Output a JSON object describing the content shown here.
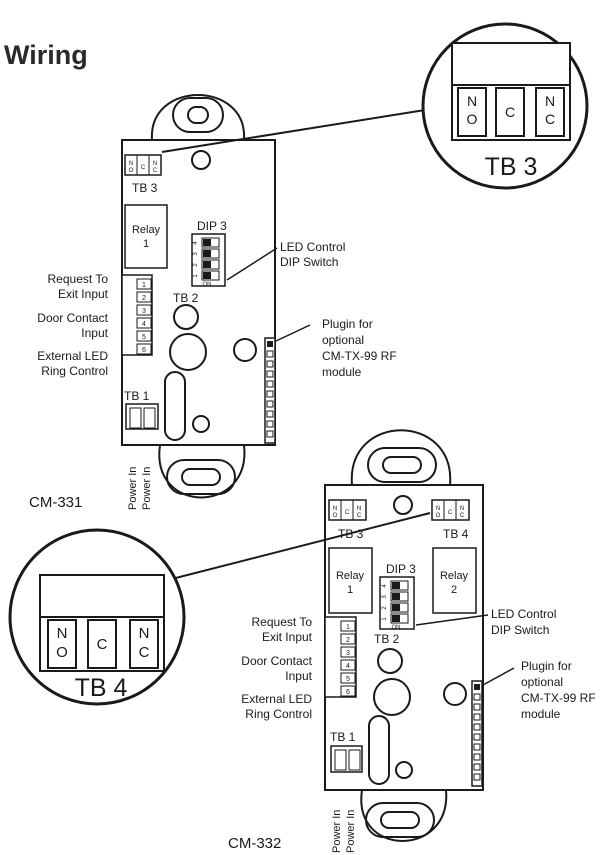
{
  "title": "Wiring",
  "tb3_zoom": {
    "caption": "TB 3",
    "terminals": [
      [
        "N",
        "O"
      ],
      [
        "C"
      ],
      [
        "N",
        "C"
      ]
    ]
  },
  "tb4_zoom": {
    "caption": "TB 4",
    "terminals": [
      [
        "N",
        "O"
      ],
      [
        "C"
      ],
      [
        "N",
        "C"
      ]
    ]
  },
  "board_cm331": {
    "model": "CM-331",
    "tb3_label": "TB 3",
    "relay_label": [
      "Relay",
      "1"
    ],
    "dip_label": "DIP 3",
    "dip_numbers": [
      "4",
      "3",
      "2",
      "1"
    ],
    "dip_on": "ON",
    "tb2_label": "TB 2",
    "tb2_pins": [
      "1",
      "2",
      "3",
      "4",
      "5",
      "6"
    ],
    "tb1_label": "TB 1",
    "power_labels": [
      "Power In",
      "Power In"
    ],
    "annotations": {
      "request_to_exit": [
        "Request To",
        "Exit Input"
      ],
      "door_contact": [
        "Door Contact",
        "Input"
      ],
      "external_led": [
        "External LED",
        "Ring Control"
      ],
      "led_dip": [
        "LED Control",
        "DIP Switch"
      ],
      "plugin": [
        "Plugin for",
        "optional",
        "CM-TX-99 RF",
        "module"
      ]
    }
  },
  "board_cm332": {
    "model": "CM-332",
    "tb3_label": "TB 3",
    "tb4_label": "TB 4",
    "relay1_label": [
      "Relay",
      "1"
    ],
    "relay2_label": [
      "Relay",
      "2"
    ],
    "dip_label": "DIP 3",
    "dip_numbers": [
      "4",
      "3",
      "2",
      "1"
    ],
    "dip_on": "ON",
    "tb2_label": "TB 2",
    "tb2_pins": [
      "1",
      "2",
      "3",
      "4",
      "5",
      "6"
    ],
    "tb1_label": "TB 1",
    "power_labels": [
      "Power In",
      "Power In"
    ],
    "annotations": {
      "request_to_exit": [
        "Request To",
        "Exit Input"
      ],
      "door_contact": [
        "Door Contact",
        "Input"
      ],
      "external_led": [
        "External LED",
        "Ring Control"
      ],
      "led_dip": [
        "LED Control",
        "DIP Switch"
      ],
      "plugin": [
        "Plugin for",
        "optional",
        "CM-TX-99 RF",
        "module"
      ]
    }
  }
}
